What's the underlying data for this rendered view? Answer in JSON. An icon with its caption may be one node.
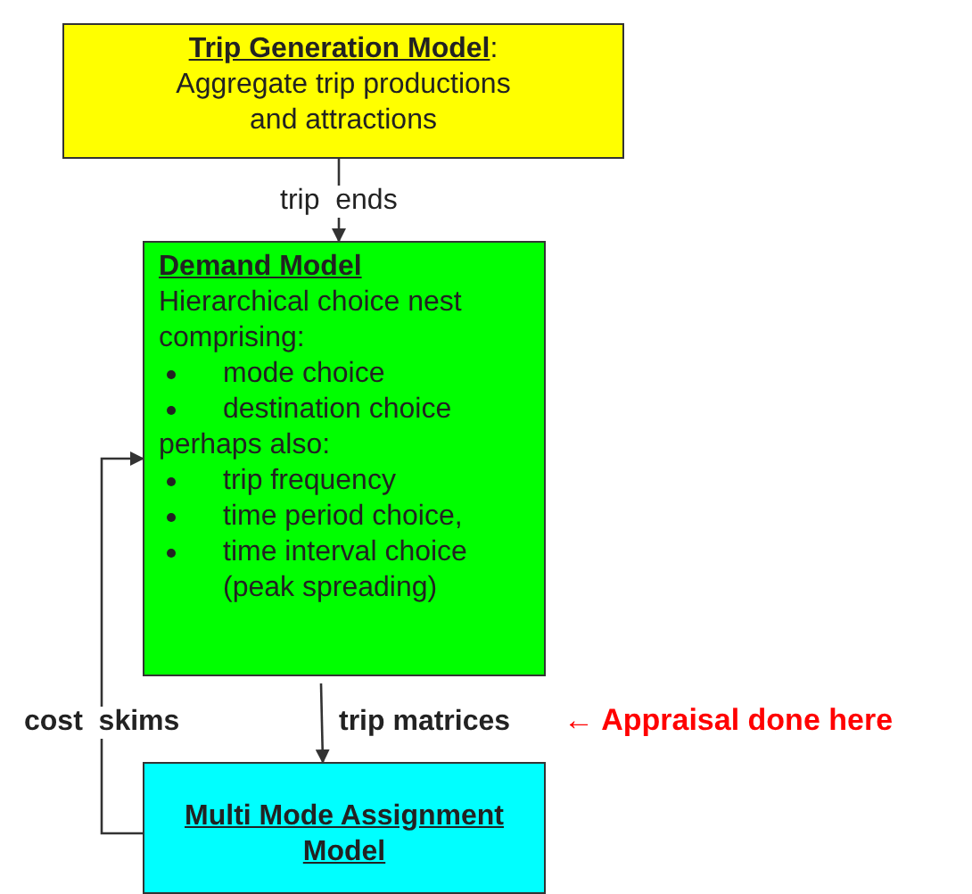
{
  "diagram": {
    "nodes": [
      {
        "text": [
          "**Trip Generation Model**:",
          "Aggregate trip productions and attractions"
        ]
      },
      {
        "text": [
          "Demand Model",
          "Hierarchical choice nest comprising:",
          "mode choice",
          "destination choice",
          "perhaps also:",
          "trip frequency",
          "time period choice,",
          "time interval choice (peak spreading)"
        ]
      },
      {
        "text": [
          "Multi Mode Assignment Model"
        ]
      }
    ],
    "edges": [
      {
        "from": 0,
        "to": 1,
        "arrow": "to",
        "label": "trip  ends"
      },
      {
        "from": 1,
        "to": 2,
        "arrow": "to",
        "label": "trip matrices"
      },
      {
        "from": 2,
        "to": 1,
        "arrow": "to",
        "label": "cost  skims"
      }
    ],
    "labels": [
      "← Appraisal done here"
    ]
  }
}
